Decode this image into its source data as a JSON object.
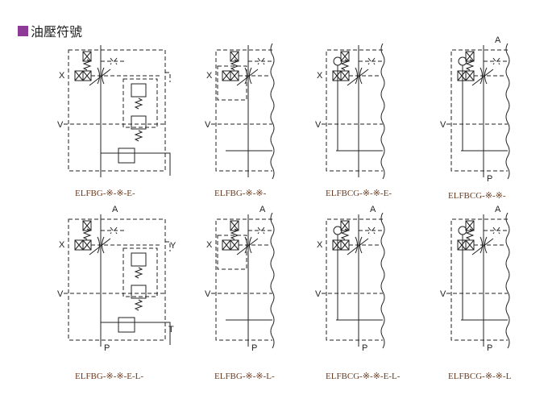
{
  "title": "油壓符號",
  "colors": {
    "title_marker": "#8e3b97",
    "caption": "#6a3a1e",
    "line": "#222222"
  },
  "diagrams": [
    {
      "caption": "ELFBG-※-※-E-",
      "ports": {
        "X": "X",
        "V": "V"
      }
    },
    {
      "caption": "ELFBG-※-※-",
      "ports": {
        "X": "X",
        "V": "V"
      }
    },
    {
      "caption": "ELFBCG-※-※-E-",
      "ports": {
        "X": "X",
        "V": "V"
      }
    },
    {
      "caption": "ELFBCG-※-※-",
      "ports": {
        "A": "A",
        "V": "V",
        "P": "P"
      }
    },
    {
      "caption": "ELFBG-※-※-E-L-",
      "ports": {
        "A": "A",
        "X": "X",
        "V": "V",
        "Y": "Y",
        "T": "T",
        "P": "P"
      }
    },
    {
      "caption": "ELFBG-※-※-L-",
      "ports": {
        "A": "A",
        "X": "X",
        "V": "V",
        "P": "P"
      }
    },
    {
      "caption": "ELFBCG-※-※-E-L-",
      "ports": {
        "A": "A",
        "X": "X",
        "V": "V",
        "P": "P"
      }
    },
    {
      "caption": "ELFBCG-※-※-L",
      "ports": {
        "A": "A",
        "V": "V",
        "P": "P"
      }
    }
  ]
}
